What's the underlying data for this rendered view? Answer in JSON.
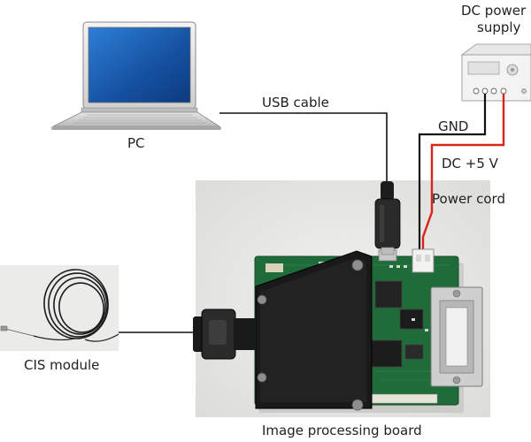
{
  "labels": {
    "dc_power_supply": "DC power",
    "dc_power_supply_line2": "supply",
    "pc": "PC",
    "usb_cable": "USB cable",
    "gnd": "GND",
    "dc_5v": "DC +5 V",
    "power_cord": "Power cord",
    "cis_module": "CIS module",
    "image_processing_board": "Image processing board"
  },
  "colors": {
    "power_wire": "#d9241b",
    "ground_wire": "#111111",
    "usb_wire": "#111111",
    "pcb_green": "#1f6b3a",
    "screen_blue": "#1a57a3",
    "photo_bg": "#e9e9e7"
  }
}
